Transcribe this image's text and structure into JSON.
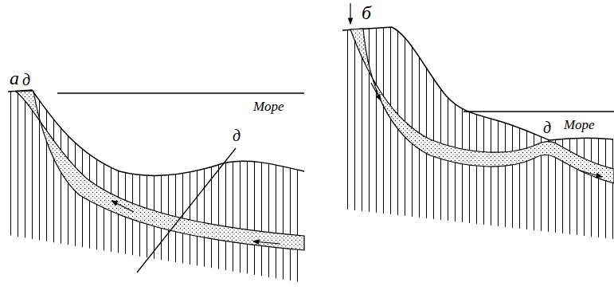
{
  "diagram": {
    "labels": [
      "а",
      "д",
      "д",
      "Море",
      "б",
      "д",
      "Море"
    ]
  }
}
